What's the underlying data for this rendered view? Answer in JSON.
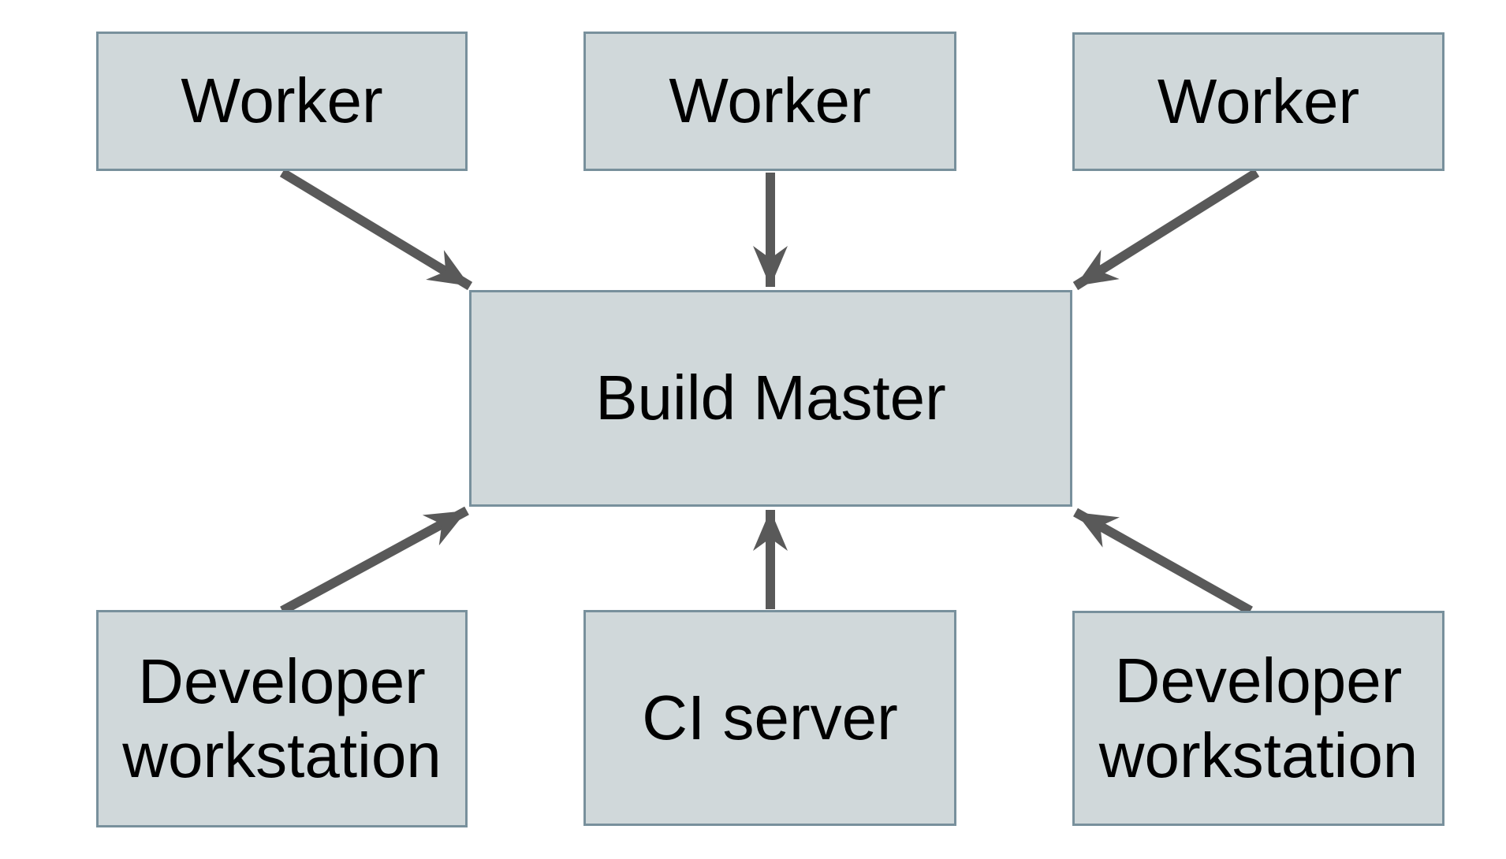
{
  "diagram": {
    "kind": "architecture-diagram",
    "colors": {
      "background": "#ffffff",
      "node_fill": "#d0d8da",
      "node_border": "#78909c",
      "arrow": "#595959",
      "label_text": "#000000"
    },
    "nodes": [
      {
        "id": "worker-1",
        "label": "Worker"
      },
      {
        "id": "worker-2",
        "label": "Worker"
      },
      {
        "id": "worker-3",
        "label": "Worker"
      },
      {
        "id": "build-master",
        "label": "Build Master"
      },
      {
        "id": "developer-workstation-left",
        "label": "Developer workstation"
      },
      {
        "id": "ci-server",
        "label": "CI server"
      },
      {
        "id": "developer-workstation-right",
        "label": "Developer workstation"
      }
    ],
    "edges": [
      {
        "from": "worker-1",
        "to": "build-master"
      },
      {
        "from": "worker-2",
        "to": "build-master"
      },
      {
        "from": "worker-3",
        "to": "build-master"
      },
      {
        "from": "developer-workstation-left",
        "to": "build-master"
      },
      {
        "from": "ci-server",
        "to": "build-master"
      },
      {
        "from": "developer-workstation-right",
        "to": "build-master"
      }
    ]
  }
}
